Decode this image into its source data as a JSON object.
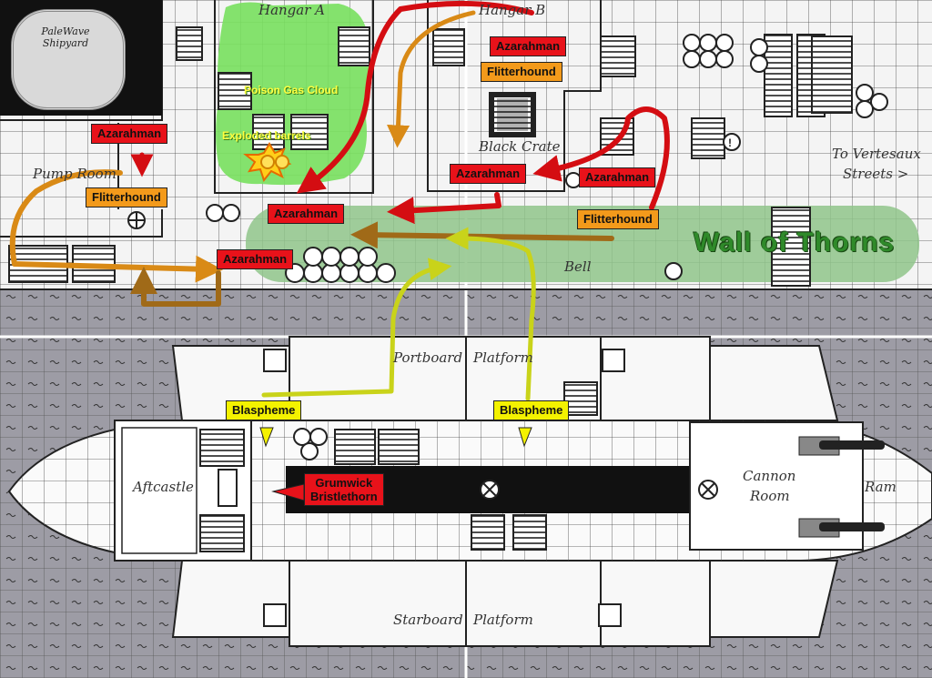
{
  "logo": {
    "line1": "PaleWave",
    "line2": "Shipyard"
  },
  "rooms": {
    "hangar_a": "Hangar A",
    "hangar_b": "Hangar B",
    "pump_room": "Pump Room",
    "black_crate": "Black Crate",
    "to_streets": "To Vertesaux",
    "streets": "Streets >",
    "bell": "Bell",
    "portboard": "Portboard",
    "platform": "Platform",
    "starboard": "Starboard",
    "aftcastle": "Aftcastle",
    "cannon": "Cannon",
    "room": "Room",
    "ram": "Ram"
  },
  "features": {
    "gas_cloud": "Poison Gas Cloud",
    "barrels": "Exploded barrels",
    "wall": "Wall of Thorns"
  },
  "tokens": [
    {
      "label": "Azarahman",
      "kind": "enemy"
    },
    {
      "label": "Flitterhound",
      "kind": "beast"
    },
    {
      "label": "Azarahman",
      "kind": "enemy"
    },
    {
      "label": "Flitterhound",
      "kind": "beast"
    },
    {
      "label": "Azarahman",
      "kind": "enemy"
    },
    {
      "label": "Azarahman",
      "kind": "enemy"
    },
    {
      "label": "Azarahman",
      "kind": "enemy"
    },
    {
      "label": "Flitterhound",
      "kind": "beast"
    },
    {
      "label": "Azarahman",
      "kind": "enemy"
    },
    {
      "label": "Blaspheme",
      "kind": "hero"
    },
    {
      "label": "Blaspheme",
      "kind": "hero"
    },
    {
      "label": "Grumwick",
      "kind": "enemy"
    },
    {
      "label": "Bristlethorn",
      "kind": "enemy"
    }
  ],
  "colors": {
    "enemy": "#e8121a",
    "beast": "#f39a1b",
    "hero": "#f4f200",
    "wall": "#2f8a2a",
    "gas": "#6fe05a",
    "water": "#9a99a1"
  }
}
